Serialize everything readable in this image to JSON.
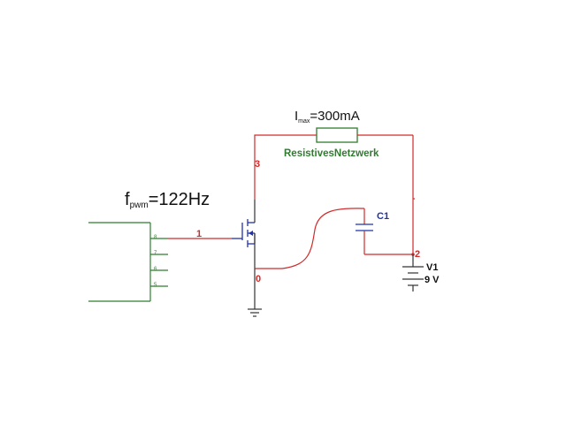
{
  "colors": {
    "wire": "#d22a2a",
    "connector": "#2e7d2e",
    "capacitor": "#2233aa",
    "node_label": "#d22a2a",
    "component_label": "#111111"
  },
  "labels": {
    "fpwm_main": "f",
    "fpwm_sub": "pwm",
    "fpwm_value": "=122Hz",
    "imax_main": "I",
    "imax_sub": "max",
    "imax_value": "=300mA",
    "resistor_name": "ResistivesNetzwerk",
    "cap_name": "C1",
    "battery_name": "V1",
    "battery_value": "9 V"
  },
  "nodes": {
    "n1": "1",
    "n2": "2",
    "n3": "3",
    "n0": "0"
  },
  "connector_pins": [
    "8",
    "7",
    "6",
    "5"
  ]
}
